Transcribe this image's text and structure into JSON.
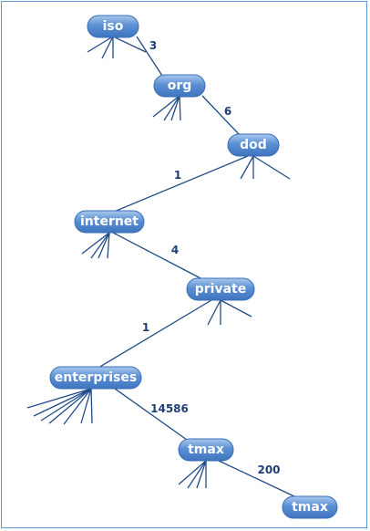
{
  "diagram": {
    "nodes": [
      {
        "id": "iso",
        "label": "iso"
      },
      {
        "id": "org",
        "label": "org"
      },
      {
        "id": "dod",
        "label": "dod"
      },
      {
        "id": "internet",
        "label": "internet"
      },
      {
        "id": "private",
        "label": "private"
      },
      {
        "id": "enterprises",
        "label": "enterprises"
      },
      {
        "id": "tmax1",
        "label": "tmax"
      },
      {
        "id": "tmax2",
        "label": "tmax"
      }
    ],
    "edges": [
      {
        "from": "iso",
        "to": "org",
        "label": "3"
      },
      {
        "from": "org",
        "to": "dod",
        "label": "6"
      },
      {
        "from": "dod",
        "to": "internet",
        "label": "1"
      },
      {
        "from": "internet",
        "to": "private",
        "label": "4"
      },
      {
        "from": "private",
        "to": "enterprises",
        "label": "1"
      },
      {
        "from": "enterprises",
        "to": "tmax1",
        "label": "14586"
      },
      {
        "from": "tmax1",
        "to": "tmax2",
        "label": "200"
      }
    ],
    "colors": {
      "node_fill": "#4a82cc",
      "node_highlight": "#8fb8ea",
      "node_border": "#3a6fb5",
      "line": "#1e4a86",
      "label_text": "#1f3f73",
      "frame_border": "#5a9ad8"
    }
  }
}
